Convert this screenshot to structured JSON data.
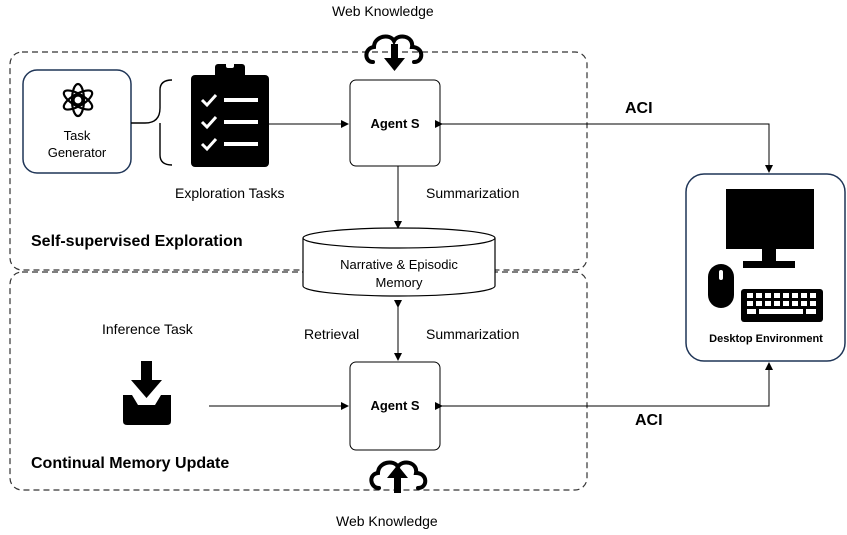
{
  "web_knowledge_top": "Web Knowledge",
  "web_knowledge_bottom": "Web Knowledge",
  "task_generator": {
    "line1": "Task",
    "line2": "Generator"
  },
  "exploration_tasks": "Exploration Tasks",
  "agent_top": "Agent S",
  "agent_bottom": "Agent S",
  "summarization_top": "Summarization",
  "summarization_bottom": "Summarization",
  "retrieval": "Retrieval",
  "memory": {
    "line1": "Narrative & Episodic",
    "line2": "Memory"
  },
  "self_supervised": "Self-supervised Exploration",
  "continual": "Continual Memory Update",
  "inference_task": "Inference Task",
  "aci_top": "ACI",
  "aci_bottom": "ACI",
  "desktop": "Desktop Environment",
  "icons": {
    "task_generator": "openai-logo-icon",
    "exploration_tasks": "clipboard-checklist-icon",
    "inference_task": "download-tray-icon",
    "web_knowledge_top": "cloud-download-icon",
    "web_knowledge_bottom": "cloud-upload-icon",
    "desktop": "computer-monitor-icon",
    "mouse": "mouse-icon",
    "keyboard": "keyboard-icon"
  }
}
